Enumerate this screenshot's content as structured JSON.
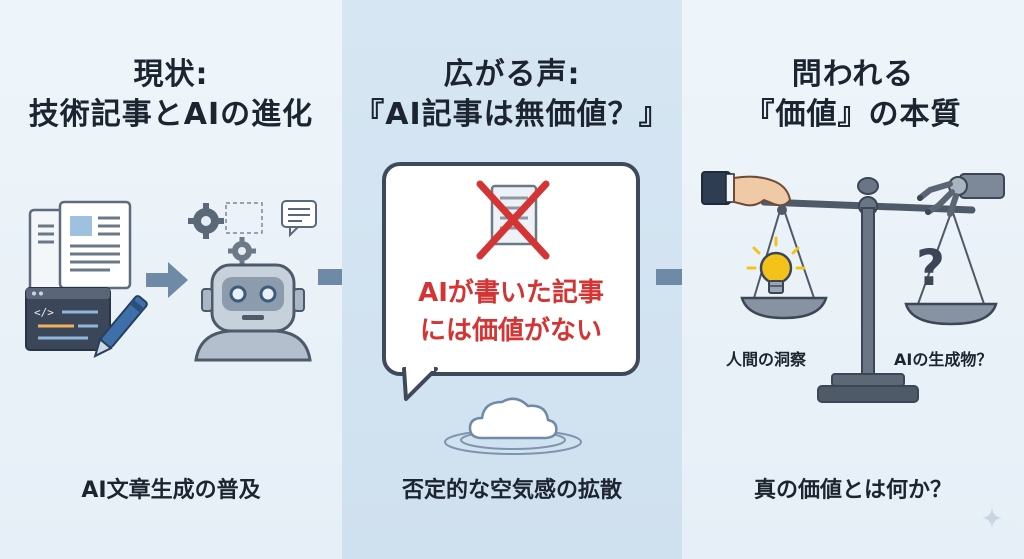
{
  "panels": [
    {
      "title_line1": "現状:",
      "title_line2": "技術記事とAIの進化",
      "caption": "AI文章生成の普及",
      "icon_label": "</>"
    },
    {
      "title_line1": "広がる声:",
      "title_line2": "『AI記事は無価値？』",
      "bubble_line1": "AIが書いた記事",
      "bubble_line2": "には価値がない",
      "caption": "否定的な空気感の拡散"
    },
    {
      "title_line1": "問われる",
      "title_line2": "『価値』の本質",
      "left_pan_label": "人間の洞察",
      "right_pan_label": "AIの生成物？",
      "question_mark": "?",
      "caption": "真の価値とは何か？"
    }
  ],
  "icons": {
    "documents": "document-stack-icon",
    "code_window": "code-window-icon",
    "pen": "pen-icon",
    "robot": "robot-head-icon",
    "gears": "gear-icon",
    "chat": "chat-icon",
    "crossed_document": "crossed-document-icon",
    "cloud": "cloud-icon",
    "scale": "balance-scale-icon",
    "bulb": "lightbulb-icon",
    "human_hand": "human-hand-icon",
    "robot_hand": "robot-hand-icon"
  },
  "colors": {
    "accent_red": "#d43534",
    "title_dark": "#1c2430",
    "arrow_blue": "#6f8aa6",
    "bulb_yellow": "#f5c21b"
  }
}
